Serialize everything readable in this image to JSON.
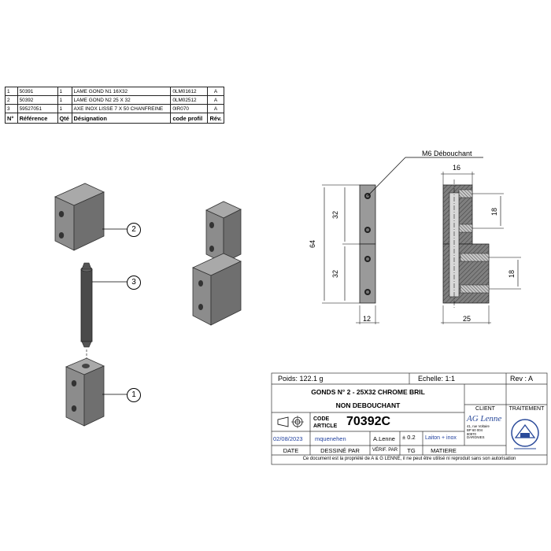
{
  "bom": {
    "headers": [
      "N°",
      "Référence",
      "Qté",
      "Désignation",
      "code profil",
      "Rév."
    ],
    "rows": [
      [
        "1",
        "50391",
        "1",
        "LAME GOND N1 16X32",
        "0LM01612",
        "A"
      ],
      [
        "2",
        "50392",
        "1",
        "LAME GOND N2 25 X 32",
        "0LM02512",
        "A"
      ],
      [
        "3",
        "59527051",
        "1",
        "AXE INOX LISSE 7 X 50 CHANFREINE",
        "0IR070",
        "A"
      ]
    ]
  },
  "balloons": [
    "2",
    "3",
    "1"
  ],
  "dimensions": {
    "note": "M6 Débouchant",
    "left_view": {
      "height_total": "64",
      "upper": "32",
      "lower": "32",
      "width": "12"
    },
    "section_view": {
      "top_width": "16",
      "upper_pitch": "18",
      "lower_pitch": "18",
      "width": "25"
    }
  },
  "title_block": {
    "weight": "Poids: 122.1 g",
    "scale": "Echelle: 1:1",
    "rev": "Rev : A",
    "title_line1": "GONDS N° 2 - 25X32 CHROME BRIL",
    "title_line2": "NON DEBOUCHANT",
    "client_label": "CLIENT",
    "treatment_label": "TRAITEMENT",
    "code_article_label1": "CODE",
    "code_article_label2": "ARTICLE",
    "code_article": "70392C",
    "date_value": "02/08/2023",
    "drawn_by_value": "mquenehen",
    "checked_by_value": "A.Lenne",
    "tolerance": "± 0.2",
    "material_value": "Laiton + inox",
    "date_label": "DATE",
    "drawn_by_label": "DESSINÉ PAR",
    "checked_by_label": "VÉRIF. PAR",
    "tg_label": "TG",
    "material_label": "MATIERE",
    "company_logo_text": "AG Lenne",
    "company_address": [
      "41, rue Voltaire",
      "BP 60 004",
      "80970",
      "DARGNIES"
    ],
    "footer": "Ce document est la propriété de A & G LENNE, il ne peut être utilisé ni reproduit sans son autorisation"
  }
}
